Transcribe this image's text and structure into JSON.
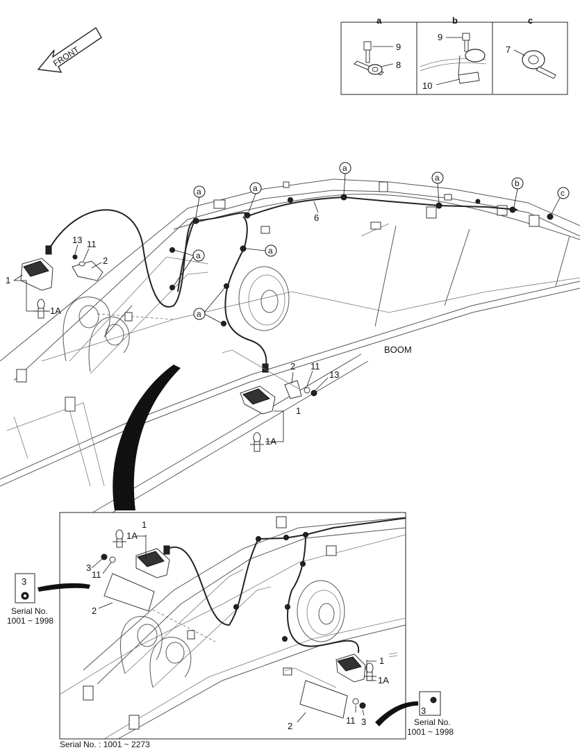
{
  "front_label": "FRONT",
  "boom_label": "BOOM",
  "detail_headers": {
    "a": "a",
    "b": "b",
    "c": "c"
  },
  "detail_parts": {
    "a_bolt": "9",
    "a_clip": "8",
    "b_bolt": "9",
    "b_bracket": "10",
    "c_clip": "7"
  },
  "callout_letter": {
    "a": "a",
    "b": "b",
    "c": "c"
  },
  "main_parts": {
    "lamp": "1",
    "bulb": "1A",
    "bracket": "2",
    "washer": "11",
    "bolt": "13",
    "harness": "6",
    "screw": "3"
  },
  "serial_small": {
    "label": "Serial No.",
    "range": "1001 ~ 1998"
  },
  "inset_serial": "Serial No. : 1001 ~ 2273"
}
